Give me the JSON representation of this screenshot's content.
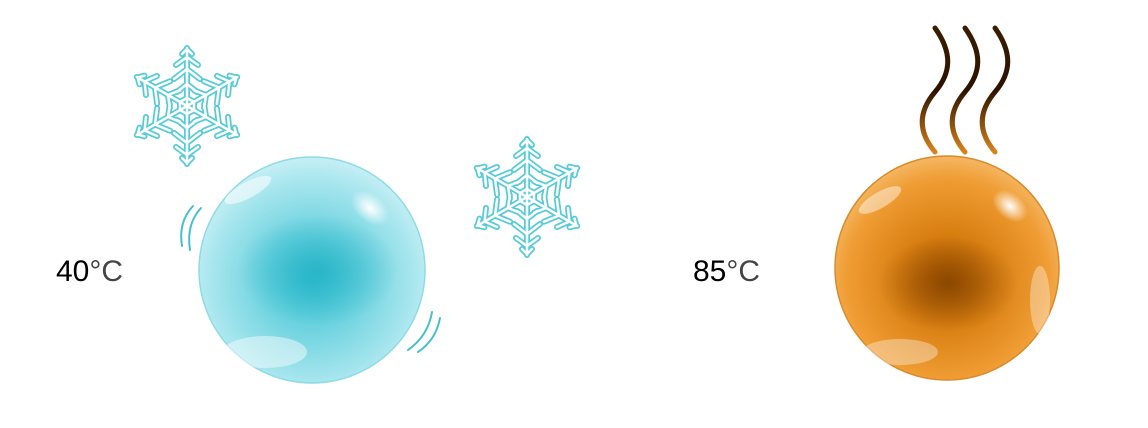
{
  "cold": {
    "value": "40",
    "unit": "°C",
    "color": "#5fd0de",
    "icons": [
      "snowflake-icon",
      "motion-lines-icon"
    ]
  },
  "hot": {
    "value": "85",
    "unit": "°C",
    "color": "#e38a1a",
    "icons": [
      "steam-icon"
    ]
  }
}
